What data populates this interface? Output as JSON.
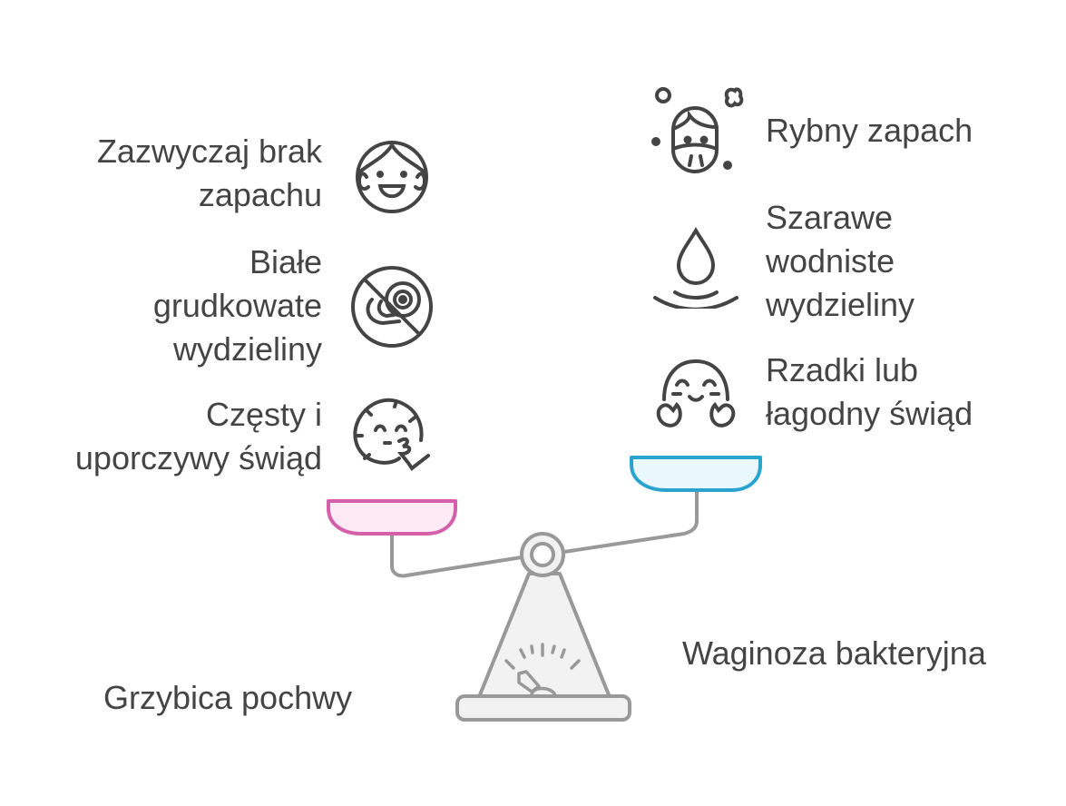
{
  "left_side": {
    "title": "Grzybica pochwy",
    "color": "#D55FA8",
    "fill": "#FDEAF4",
    "items": [
      {
        "label": "Zazwyczaj brak\nzapachu",
        "icon": "smiling-face-icon"
      },
      {
        "label": "Białe\ngrudkowate\nwydzieliny",
        "icon": "no-discharge-icon"
      },
      {
        "label": "Częsty i\nuporczywy świąd",
        "icon": "itching-face-icon"
      }
    ]
  },
  "right_side": {
    "title": "Waginoza bakteryjna",
    "color": "#2BA3CF",
    "fill": "#E9F8FD",
    "items": [
      {
        "label": "Rybny zapach",
        "icon": "smelly-face-icon"
      },
      {
        "label": "Szarawe\nwodniste\nwydzieliny",
        "icon": "water-drop-icon"
      },
      {
        "label": "Rzadki lub\nłagodny świąd",
        "icon": "mild-itch-face-icon"
      }
    ]
  },
  "scale": {
    "stroke": "#999999",
    "fill": "#F2F2F2"
  }
}
